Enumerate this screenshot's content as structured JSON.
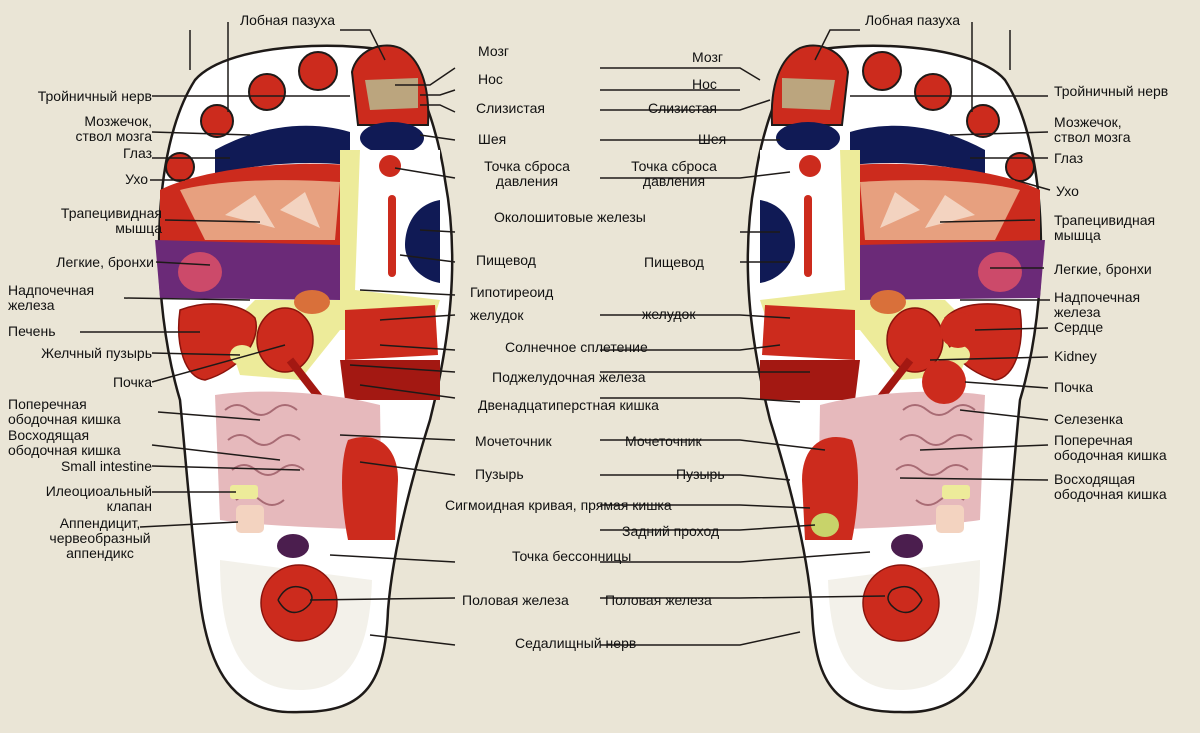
{
  "labels": {
    "lobnaya_pazukha": "Лобная пазуха",
    "troynichny_nerv": "Тройничный нерв",
    "mozzhechok": "Мозжечок,\nствол мозга",
    "glaz": "Глаз",
    "ukho": "Ухо",
    "trapetsievidnaya": "Трапецивидная\nмышца",
    "legkie": "Легкие, бронхи",
    "nadpochechnaya": "Надпочечная\nжелеза",
    "pechen": "Печень",
    "zhelchny": "Желчный пузырь",
    "pochka": "Почка",
    "poperechnaya": "Поперечная\nободочная кишка",
    "voskhodyashchaya": "Восходящая\nободочная кишка",
    "small_intestine": "Small intestine",
    "ileotsioalny": "Илеоциоальный\nклапан",
    "appenditsit": "Аппендицит,\nчервеобразный\nаппендикс",
    "mozg": "Мозг",
    "nos": "Нос",
    "slizistaya": "Слизистая",
    "sheya": "Шея",
    "tochka_sbrosa": "Точка сброса\nдавления",
    "okoloshitovye": "Околошитовые железы",
    "pishchevod": "Пищевод",
    "gipotireoid": "Гипотиреоид",
    "zheludok": "желудок",
    "solnechnoe": "Солнечное сплетение",
    "podzheludochnaya": "Поджелудочная железа",
    "dvenadtsatiperstnaya": "Двенадцатиперстная кишка",
    "mochetochnik": "Мочеточник",
    "puzyr": "Пузырь",
    "sigmoidnaya": "Сигмоидная кривая, прямая кишка",
    "zadniy_prokhod": "Задний проход",
    "tochka_bessonnitsy": "Точка бессонницы",
    "polovaya": "Половая железа",
    "sedalishchny": "Седалищный нерв",
    "serdtse": "Сердце",
    "kidney": "Kidney",
    "selezenka": "Селезенка",
    "voskhodyashchaya_r": "Восходящая\nободочная кишка"
  },
  "colors": {
    "background": "#eae5d6",
    "red": "#cc2b1d",
    "dark_red": "#a31812",
    "navy": "#101a55",
    "purple": "#6b2a78",
    "yellow": "#edeb9a",
    "pink": "#e6b9bc",
    "skin": "#e7a07f",
    "plum": "#4b1e4e"
  }
}
